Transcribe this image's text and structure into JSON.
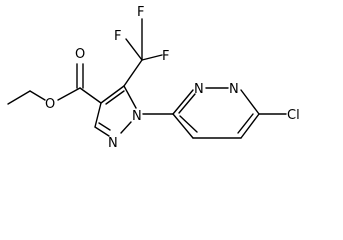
{
  "molecule": {
    "atoms": {
      "o_ether": "O",
      "o_carbonyl": "O",
      "f_top": "F",
      "f_left": "F",
      "f_right": "F",
      "n1_pyrazole": "N",
      "n2_pyrazole": "N",
      "n_pyridazine_a": "N",
      "n_pyridazine_b": "N",
      "cl": "Cl"
    },
    "colors": {
      "bond": "#000000",
      "label": "#000000",
      "background": "#ffffff"
    }
  }
}
